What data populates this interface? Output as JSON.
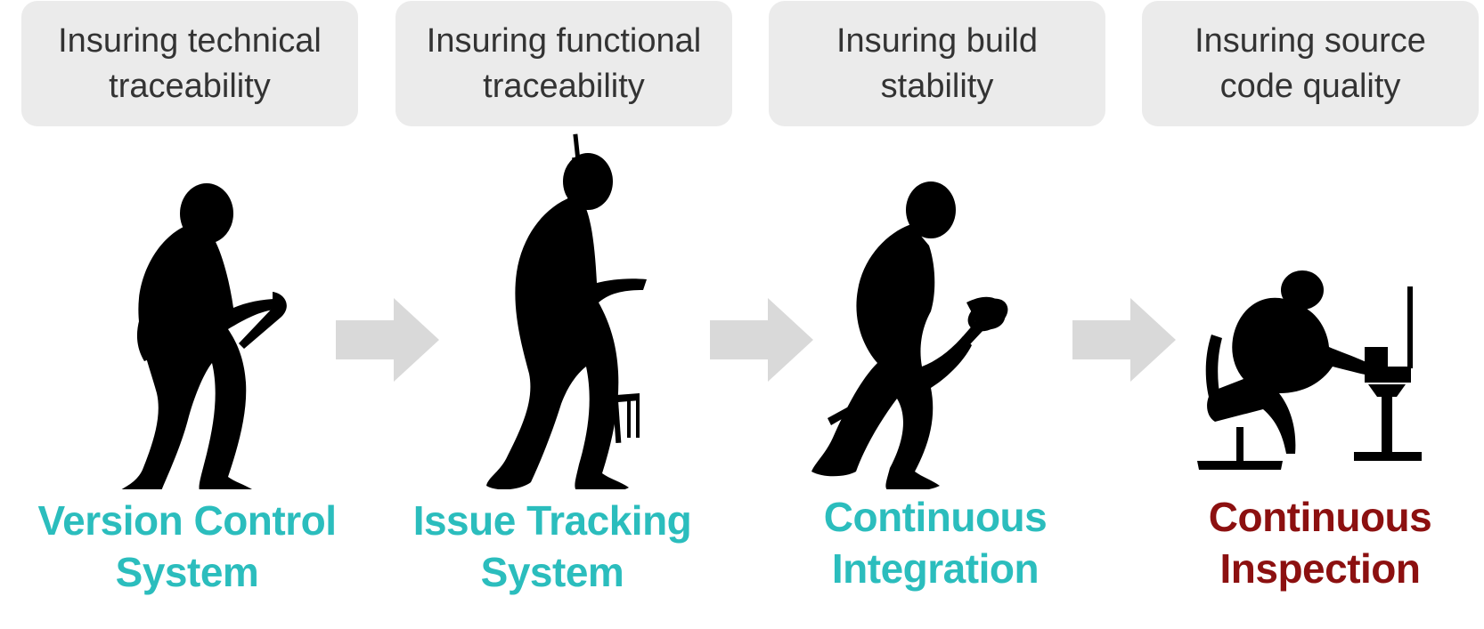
{
  "stages": [
    {
      "goal_line1": "Insuring technical",
      "goal_line2": "traceability",
      "title_line1": "Version Control",
      "title_line2": "System",
      "figure_icon": "hunched-early-human-silhouette"
    },
    {
      "goal_line1": "Insuring functional",
      "goal_line2": "traceability",
      "title_line1": "Issue Tracking",
      "title_line2": "System",
      "figure_icon": "early-human-with-pitchfork-silhouette"
    },
    {
      "goal_line1": "Insuring build",
      "goal_line2": "stability",
      "title_line1": "Continuous",
      "title_line2": "Integration",
      "figure_icon": "bent-man-with-steering-wheel-silhouette"
    },
    {
      "goal_line1": "Insuring source",
      "goal_line2": "code quality",
      "title_line1": "Continuous",
      "title_line2": "Inspection",
      "figure_icon": "man-at-computer-desk-silhouette"
    }
  ],
  "arrow_icon": "right-arrow-icon",
  "colors": {
    "box_background": "#ebebeb",
    "goal_text": "#333333",
    "title_teal": "#2bbdbd",
    "title_red": "#8c1010",
    "arrow": "#d9d9d9",
    "silhouette": "#000000"
  }
}
